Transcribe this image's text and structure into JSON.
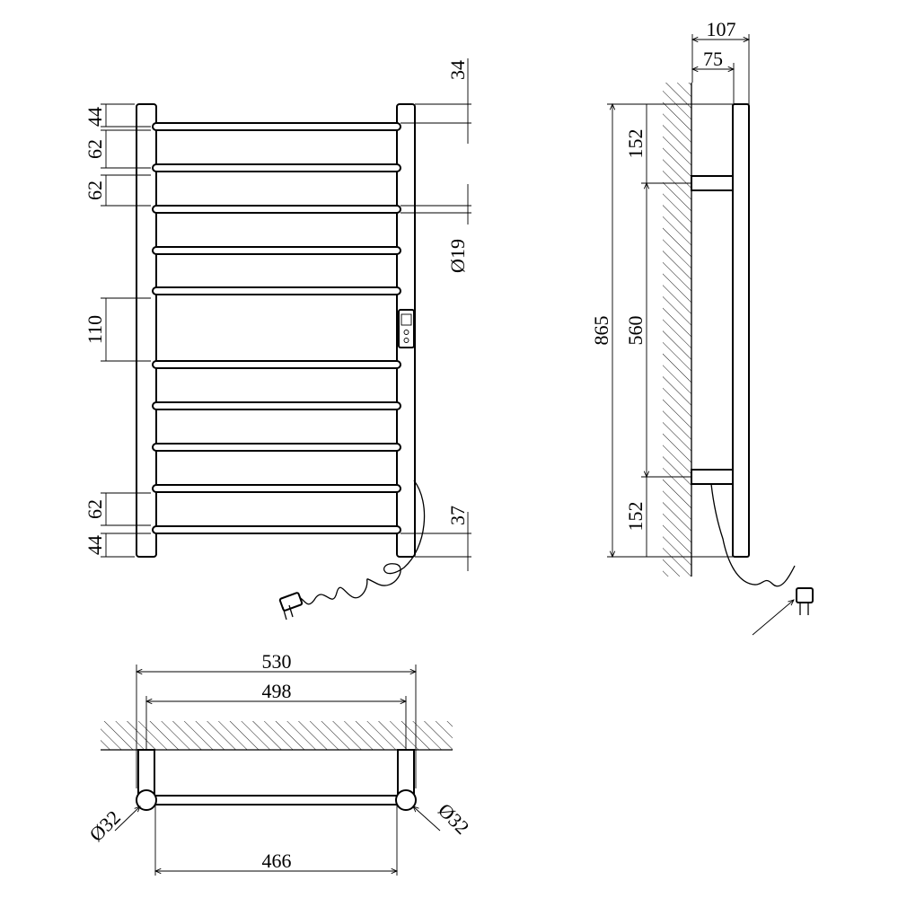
{
  "front_view": {
    "left_dims": [
      "44",
      "62",
      "62",
      "110",
      "62",
      "44"
    ],
    "right_dims": [
      "34",
      "Ø19",
      "37"
    ]
  },
  "side_view": {
    "top_dims": [
      "107",
      "75"
    ],
    "height_dims": [
      "865",
      "560",
      "152",
      "152"
    ]
  },
  "top_view": {
    "width_dims": [
      "530",
      "498",
      "466"
    ],
    "diameter_dims": [
      "Ø32",
      "Ø32"
    ]
  }
}
